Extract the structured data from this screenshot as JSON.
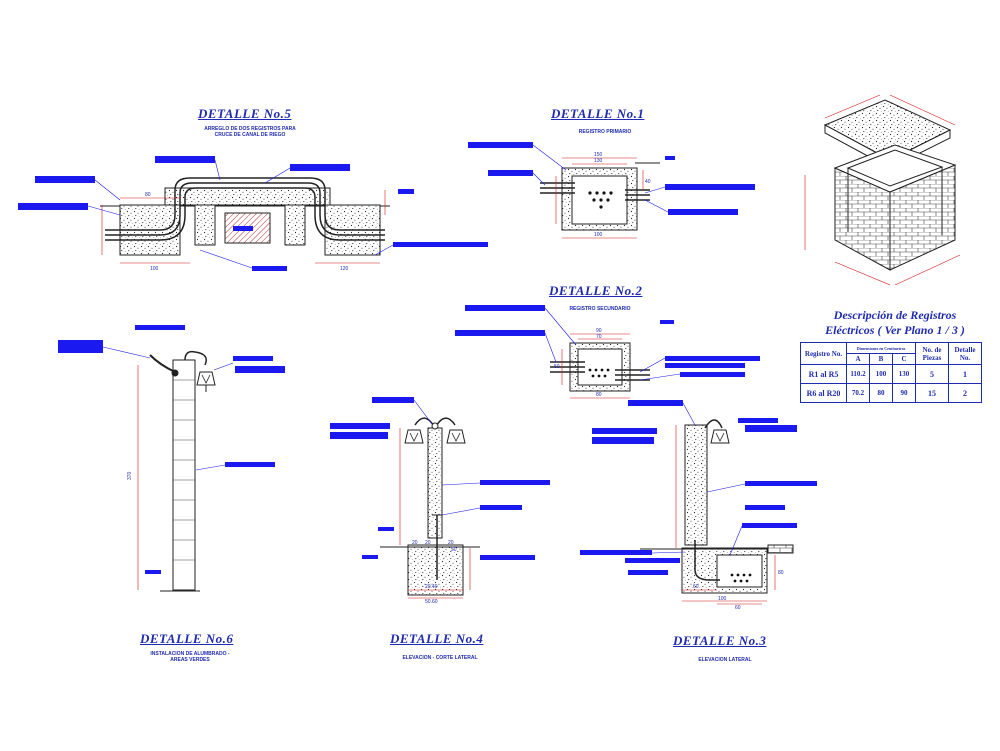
{
  "details": {
    "d5": {
      "title": "DETALLE  No.5",
      "subtitle": [
        "ARREGLO DE DOS REGISTROS PARA",
        "CRUCE DE CANAL DE RIEGO"
      ]
    },
    "d1": {
      "title": "DETALLE  No.1",
      "subtitle": [
        "REGISTRO PRIMARIO"
      ]
    },
    "d2": {
      "title": "DETALLE  No.2",
      "subtitle": [
        "REGISTRO SECUNDARIO"
      ]
    },
    "d6": {
      "title": "DETALLE  No.6",
      "subtitle": [
        "INSTALACION DE ALUMBRADO -",
        "AREAS VERDES"
      ]
    },
    "d4": {
      "title": "DETALLE  No.4",
      "subtitle": [
        "ELEVACION  -  CORTE LATERAL"
      ]
    },
    "d3": {
      "title": "DETALLE  No.3",
      "subtitle": [
        "ELEVACION LATERAL"
      ]
    }
  },
  "description": {
    "line1": "Descripción de Registros",
    "line2": "Eléctricos  ( Ver Plano  1 / 3  )"
  },
  "table": {
    "header": {
      "registro": "Registro No.",
      "dimensiones": "Dimensiones en Centímetros",
      "a": "A",
      "b": "B",
      "c": "C",
      "piezas": "No. de Piezas",
      "detalle": "Detalle No."
    },
    "rows": [
      {
        "registro": "R1 al R5",
        "a": "110.2",
        "b": "100",
        "c": "130",
        "piezas": "5",
        "detalle": "1"
      },
      {
        "registro": "R6 al R20",
        "a": "70.2",
        "b": "80",
        "c": "90",
        "piezas": "15",
        "detalle": "2"
      }
    ]
  },
  "dimensions": {
    "d5": [
      "80",
      "100",
      "120"
    ],
    "d1": [
      "150",
      "130",
      "40",
      "100"
    ],
    "d2": [
      "90",
      "70",
      "50",
      "80"
    ],
    "d6": [
      "370"
    ],
    "d4": [
      "20",
      "20",
      "20",
      "50",
      "20.40",
      "50.60"
    ],
    "d3": [
      "60",
      "100",
      "60",
      "80"
    ]
  },
  "colors": {
    "ink": "#1f2bb0",
    "redline": "#d81818",
    "label_bar": "#1a1af0",
    "concrete": "#222222"
  }
}
